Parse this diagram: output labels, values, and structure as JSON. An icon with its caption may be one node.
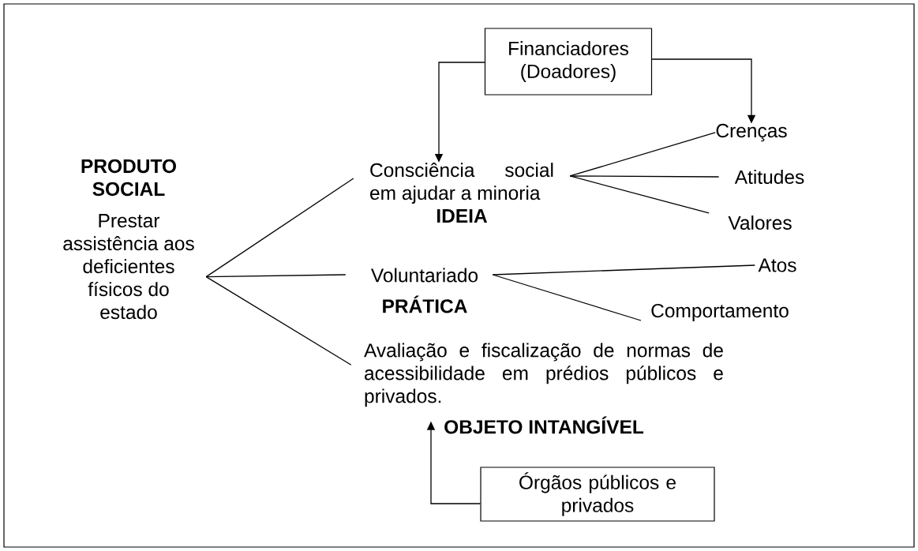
{
  "diagram": {
    "nodes": [
      {
        "text": [
          "Financiadores (Doadores)"
        ]
      },
      {
        "text": [
          "PRODUTO SOCIAL",
          "Prestar assistência aos deficientes físicos do estado"
        ]
      },
      {
        "text": [
          "Consciência social em ajudar a minoria",
          "IDEIA"
        ]
      },
      {
        "text": [
          "Crenças"
        ]
      },
      {
        "text": [
          "Atitudes"
        ]
      },
      {
        "text": [
          "Valores"
        ]
      },
      {
        "text": [
          "Voluntariado",
          "PRÁTICA"
        ]
      },
      {
        "text": [
          "Atos"
        ]
      },
      {
        "text": [
          "Comportamento"
        ]
      },
      {
        "text": [
          "Avaliação e fiscalização de normas de acessibilidade em prédios públicos e privados.",
          "OBJETO INTANGÍVEL"
        ]
      },
      {
        "text": [
          "Órgãos públicos e privados"
        ]
      }
    ],
    "edges": [
      {
        "from": 0,
        "to": 2,
        "arrow": "to"
      },
      {
        "from": 0,
        "to": 3,
        "arrow": "to"
      },
      {
        "from": 1,
        "to": 2,
        "arrow": "none"
      },
      {
        "from": 1,
        "to": 6,
        "arrow": "none"
      },
      {
        "from": 1,
        "to": 9,
        "arrow": "none"
      },
      {
        "from": 2,
        "to": 3,
        "arrow": "none"
      },
      {
        "from": 2,
        "to": 4,
        "arrow": "none"
      },
      {
        "from": 2,
        "to": 5,
        "arrow": "none"
      },
      {
        "from": 6,
        "to": 7,
        "arrow": "none"
      },
      {
        "from": 6,
        "to": 8,
        "arrow": "none"
      },
      {
        "from": 10,
        "to": 9,
        "arrow": "to"
      }
    ]
  }
}
